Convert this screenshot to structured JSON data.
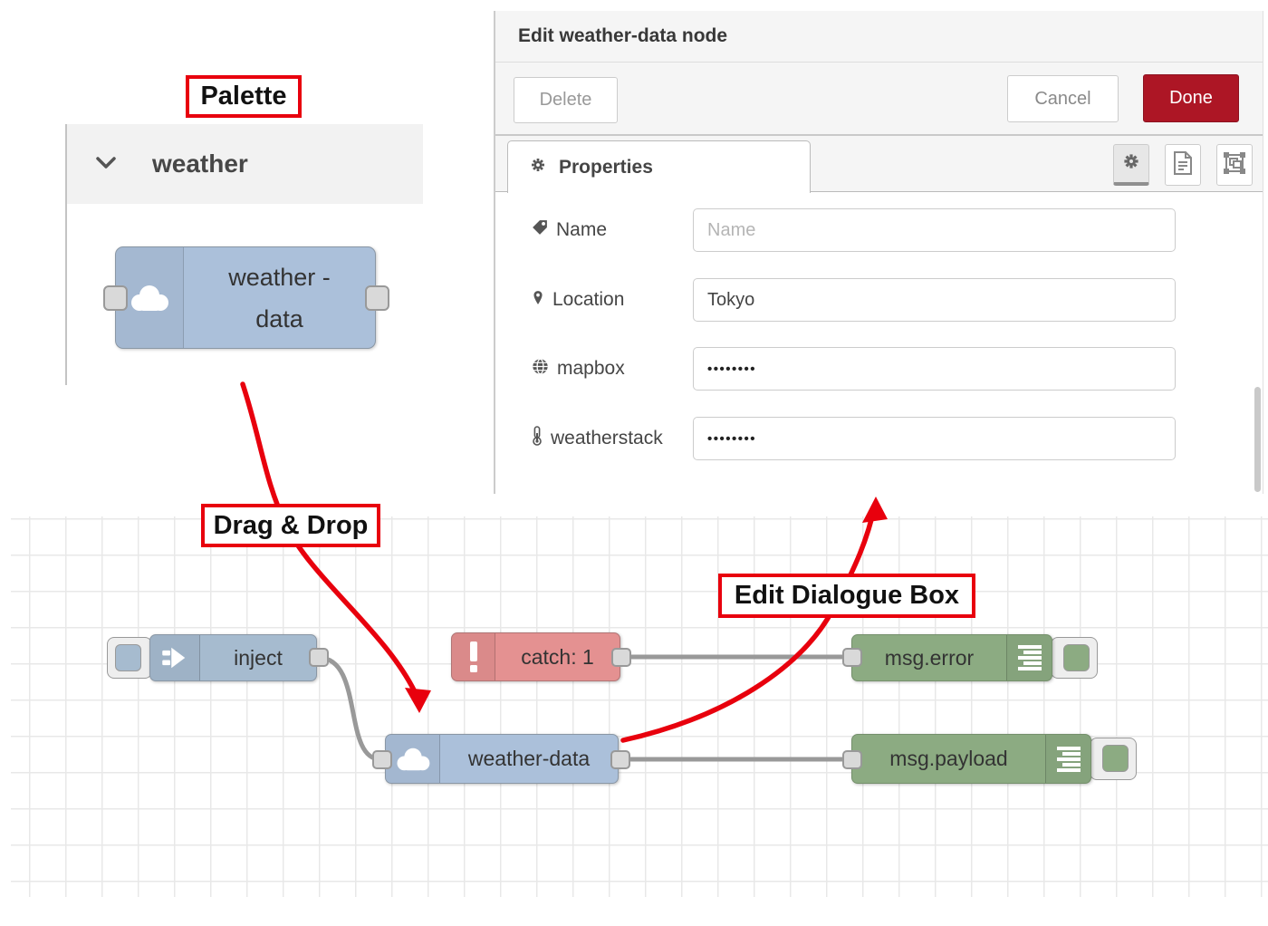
{
  "annotations": {
    "palette_label": "Palette",
    "drag_drop_label": "Drag & Drop",
    "edit_dialog_label": "Edit Dialogue Box",
    "accent_color": "#e8000d"
  },
  "palette": {
    "category": "weather",
    "node": {
      "label_line1": "weather -",
      "label_line2": "data",
      "color": "#abc0da"
    }
  },
  "dialog": {
    "title": "Edit weather-data node",
    "delete_label": "Delete",
    "cancel_label": "Cancel",
    "done_label": "Done",
    "done_color": "#ad1625",
    "tab_label": "Properties",
    "toolbar_icons": [
      "gear-icon",
      "description-icon",
      "appearance-icon"
    ],
    "fields": [
      {
        "label": "Name",
        "icon": "tag-icon",
        "placeholder": "Name",
        "value": ""
      },
      {
        "label": "Location",
        "icon": "map-marker-icon",
        "value": "Tokyo"
      },
      {
        "label": "mapbox",
        "icon": "globe-icon",
        "value": "••••••••",
        "masked": true
      },
      {
        "label": "weatherstack",
        "icon": "thermometer-icon",
        "value": "••••••••",
        "masked": true
      }
    ]
  },
  "flow": {
    "nodes": [
      {
        "id": "inject",
        "label": "inject",
        "color": "#a6bbcf",
        "icon": "inject-arrow-icon"
      },
      {
        "id": "catch",
        "label": "catch: 1",
        "color": "#e49191",
        "icon": "exclamation-icon"
      },
      {
        "id": "weather-data",
        "label": "weather-data",
        "color": "#abc0da",
        "icon": "cloud-icon"
      },
      {
        "id": "msg-error",
        "label": "msg.error",
        "color": "#8cab82",
        "icon": "debug-lines-icon"
      },
      {
        "id": "msg-payload",
        "label": "msg.payload",
        "color": "#8cab82",
        "icon": "debug-lines-icon"
      }
    ],
    "wires": [
      {
        "from": "inject",
        "to": "weather-data"
      },
      {
        "from": "catch",
        "to": "msg-error"
      },
      {
        "from": "weather-data",
        "to": "msg-payload"
      }
    ]
  }
}
